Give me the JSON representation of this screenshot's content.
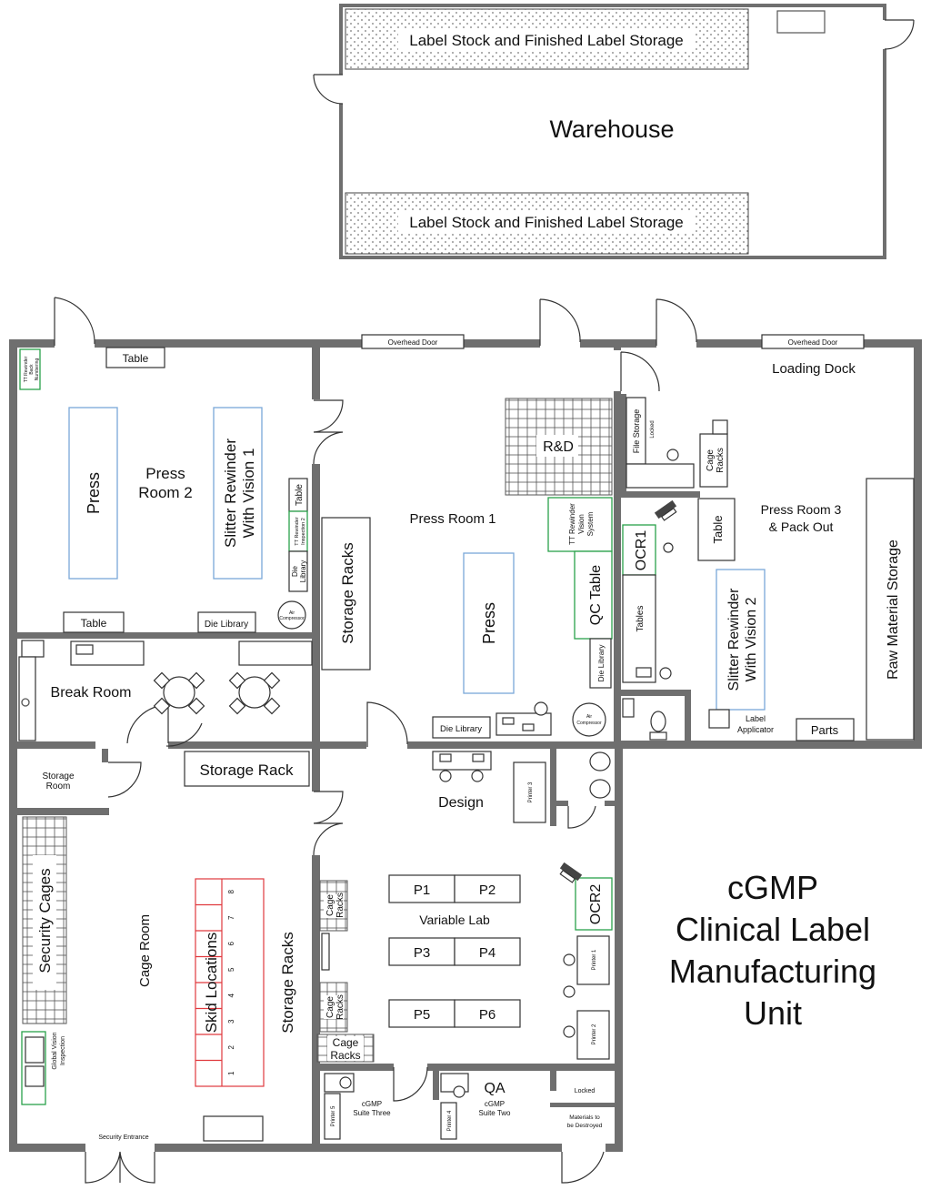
{
  "warehouse": {
    "title": "Warehouse",
    "storage_top": "Label Stock and Finished Label Storage",
    "storage_bottom": "Label Stock and Finished Label Storage"
  },
  "plan_title": [
    "cGMP",
    "Clinical Label",
    "Manufacturing",
    "Unit"
  ],
  "rooms": {
    "press_room_2": [
      "Press",
      "Room 2"
    ],
    "press_room_1": "Press Room 1",
    "press_room_3": [
      "Press Room 3",
      "& Pack Out"
    ],
    "loading_dock": "Loading Dock",
    "break_room": "Break Room",
    "storage_room": [
      "Storage",
      "Room"
    ],
    "cage_room": "Cage Room",
    "design": "Design",
    "variable_lab": "Variable Lab",
    "qa": "QA",
    "cgmp_suite_three": [
      "cGMP",
      "Suite Three"
    ],
    "cgmp_suite_two": [
      "cGMP",
      "Suite Two"
    ],
    "rnd": "R&D"
  },
  "labels": {
    "overhead_door_1": "Overhead Door",
    "overhead_door_2": "Overhead Door",
    "table_top": "Table",
    "table_bottom": "Table",
    "die_library_pr2": "Die Library",
    "tt_rewinder_back": [
      "TT Rewinder",
      "Back",
      "Numbering"
    ],
    "press_pr2": "Press",
    "slitter_1": [
      "Slitter Rewinder",
      "With Vision 1"
    ],
    "table_side": "Table",
    "tt_rewinder_insp": [
      "TT Rewinder",
      "Inspection 2"
    ],
    "die_library_side": [
      "Die",
      "Library"
    ],
    "air_compressor_1": [
      "Air",
      "Compressor"
    ],
    "storage_racks_pr1": "Storage Racks",
    "press_pr1": "Press",
    "tt_vision": [
      "TT Rewinder",
      "Vision",
      "System"
    ],
    "qc_table": "QC Table",
    "die_library_pr1": "Die Library",
    "die_library_bottom": "Die Library",
    "air_compressor_2": [
      "Air",
      "Compressor"
    ],
    "file_storage": "File Storage",
    "locked_1": "Locked",
    "cage_racks_pr3": [
      "Cage",
      "Racks"
    ],
    "ocr1": "OCR1",
    "table_pr3": "Table",
    "tables_pr3": "Tables",
    "slitter_2": [
      "Slitter Rewinder",
      "With Vision 2"
    ],
    "raw_material": "Raw Material Storage",
    "label_applicator": [
      "Label",
      "Applicator"
    ],
    "parts": "Parts",
    "storage_rack": "Storage Rack",
    "printer_3": "Printer 3",
    "security_cages": "Security Cages",
    "skid_locations": "Skid Locations",
    "skid_numbers": [
      "1",
      "2",
      "3",
      "4",
      "5",
      "6",
      "7",
      "8"
    ],
    "storage_racks_cage": "Storage Racks",
    "global_vision": [
      "Global Vision",
      "Inspection"
    ],
    "security_entrance": "Security Entrance",
    "cage_racks_a": [
      "Cage",
      "Racks"
    ],
    "cage_racks_b": [
      "Cage",
      "Racks"
    ],
    "cage_racks_c": [
      "Cage",
      "Racks"
    ],
    "stations": [
      "P1",
      "P2",
      "P3",
      "P4",
      "P5",
      "P6"
    ],
    "ocr2": "OCR2",
    "printer_1": "Printer 1",
    "printer_2": "Printer 2",
    "printer_4": "Printer 4",
    "printer_5": "Printer 5",
    "locked_2": "Locked",
    "materials_destroyed": [
      "Materials to",
      "be Destroyed"
    ]
  },
  "colors": {
    "wall": "#6f6f6f",
    "equipment_green": "#2aa24a",
    "press_blue": "#7aa8d8",
    "skid_red": "#e0393e"
  }
}
